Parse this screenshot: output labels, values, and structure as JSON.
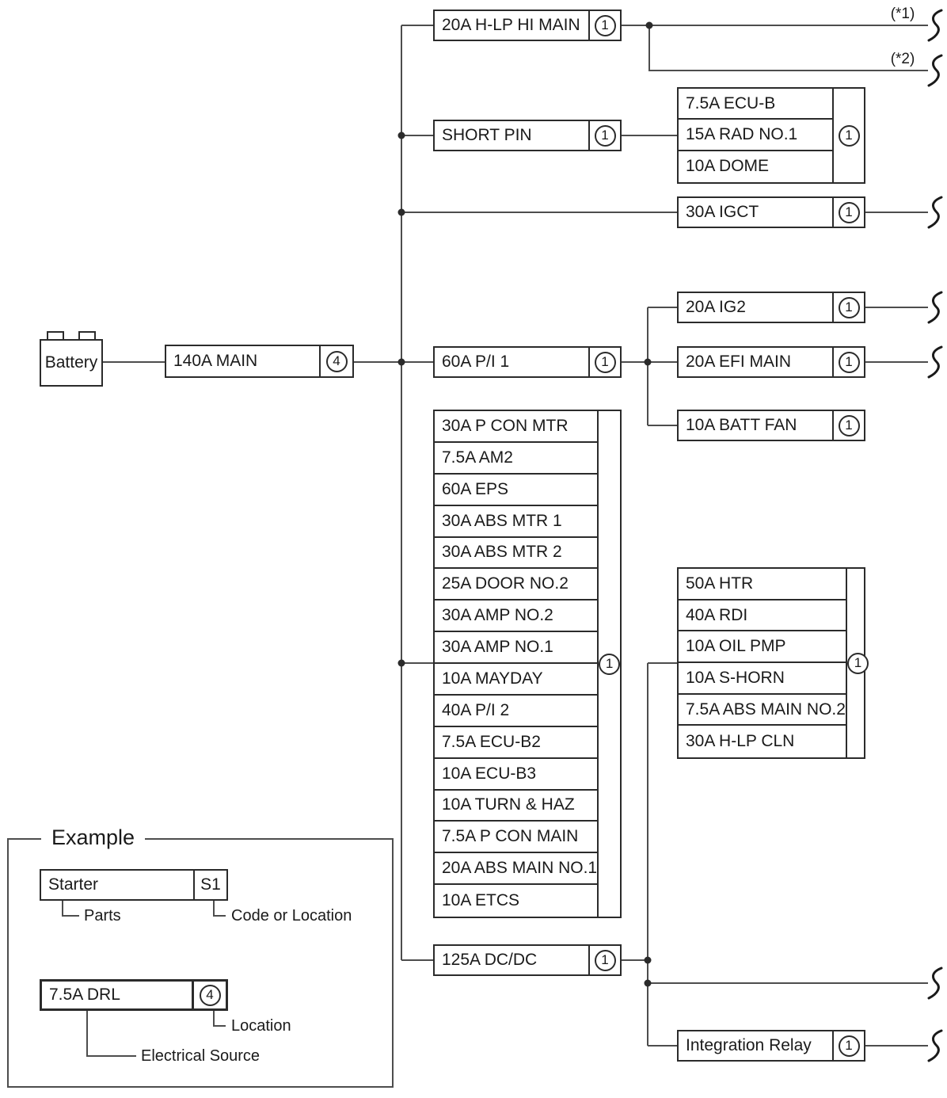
{
  "diagram": {
    "battery": {
      "label": "Battery"
    },
    "main_fuse": {
      "label": "140A MAIN",
      "code": "4"
    },
    "hlp_hi_main": {
      "label": "20A H-LP HI MAIN",
      "code": "1"
    },
    "note_1": "(*1)",
    "note_2": "(*2)",
    "short_pin": {
      "label": "SHORT PIN",
      "code": "1"
    },
    "ecu_b_group": {
      "code": "1",
      "fuses": [
        "7.5A ECU-B",
        "15A RAD NO.1",
        "10A DOME"
      ]
    },
    "igct": {
      "label": "30A IGCT",
      "code": "1"
    },
    "pi_1": {
      "label": "60A P/I 1",
      "code": "1"
    },
    "ig2": {
      "label": "20A IG2",
      "code": "1"
    },
    "efi_main": {
      "label": "20A EFI MAIN",
      "code": "1"
    },
    "batt_fan": {
      "label": "10A BATT FAN",
      "code": "1"
    },
    "main_group": {
      "code": "1",
      "fuses": [
        "30A P CON MTR",
        "7.5A AM2",
        "60A EPS",
        "30A ABS MTR 1",
        "30A ABS MTR 2",
        "25A DOOR NO.2",
        "30A AMP NO.2",
        "30A AMP NO.1",
        "10A MAYDAY",
        "40A P/I 2",
        "7.5A ECU-B2",
        "10A ECU-B3",
        "10A TURN & HAZ",
        "7.5A P CON MAIN",
        "20A ABS MAIN NO.1",
        "10A ETCS"
      ]
    },
    "htr_group": {
      "code": "1",
      "fuses": [
        "50A HTR",
        "40A RDI",
        "10A OIL PMP",
        "10A S-HORN",
        "7.5A ABS MAIN NO.2",
        "30A H-LP CLN"
      ]
    },
    "dc_dc": {
      "label": "125A DC/DC",
      "code": "1"
    },
    "integration_relay": {
      "label": "Integration Relay",
      "code": "1"
    }
  },
  "example": {
    "title": "Example",
    "starter": {
      "label": "Starter",
      "code": "S1"
    },
    "parts_label": "Parts",
    "code_or_location_label": "Code or Location",
    "drl": {
      "label": "7.5A DRL",
      "code": "4"
    },
    "location_label": "Location",
    "electrical_source_label": "Electrical Source"
  }
}
